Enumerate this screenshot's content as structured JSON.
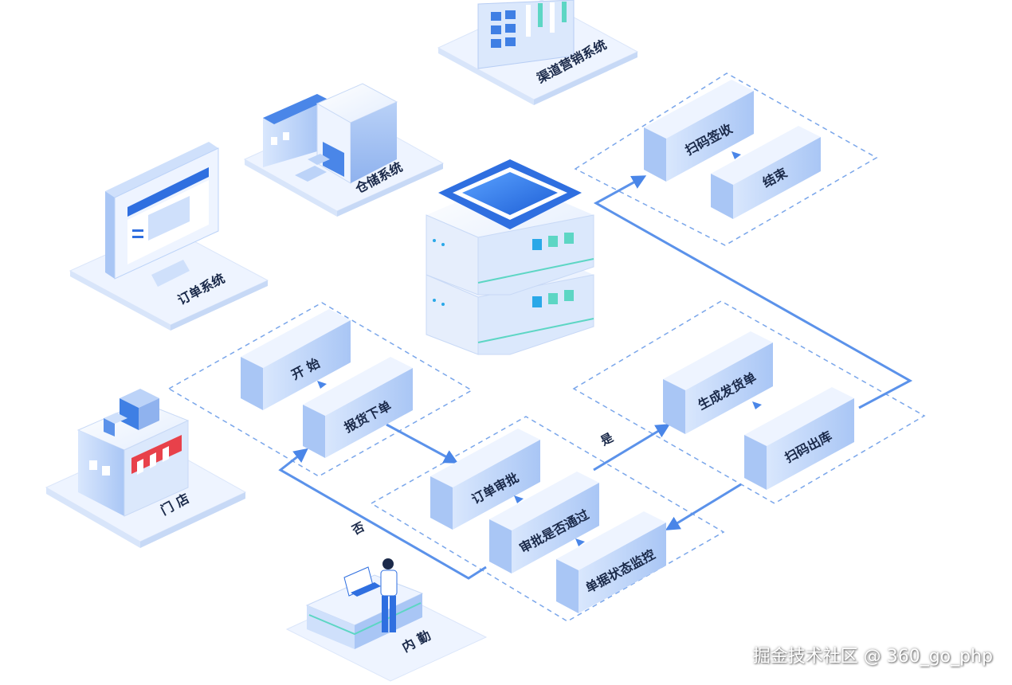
{
  "systems": {
    "channel": "渠道营销系统",
    "warehouse": "仓储系统",
    "order": "订单系统",
    "store": "门 店",
    "internal": "内 勤"
  },
  "steps": {
    "start": "开 始",
    "place_order": "报货下单",
    "order_review": "订单审批",
    "review_passed": "审批是否通过",
    "status_monitor": "单据状态监控",
    "generate_shipping": "生成发货单",
    "scan_outbound": "扫码出库",
    "scan_sign": "扫码签收",
    "end": "结束"
  },
  "edges": {
    "yes": "是",
    "no": "否"
  },
  "watermark": "掘金技术社区 @ 360_go_php",
  "colors": {
    "accent": "#2f6fe0",
    "dash": "#7aa6ea",
    "block": "#cfe0fb",
    "platform": "#eaf2ff"
  }
}
